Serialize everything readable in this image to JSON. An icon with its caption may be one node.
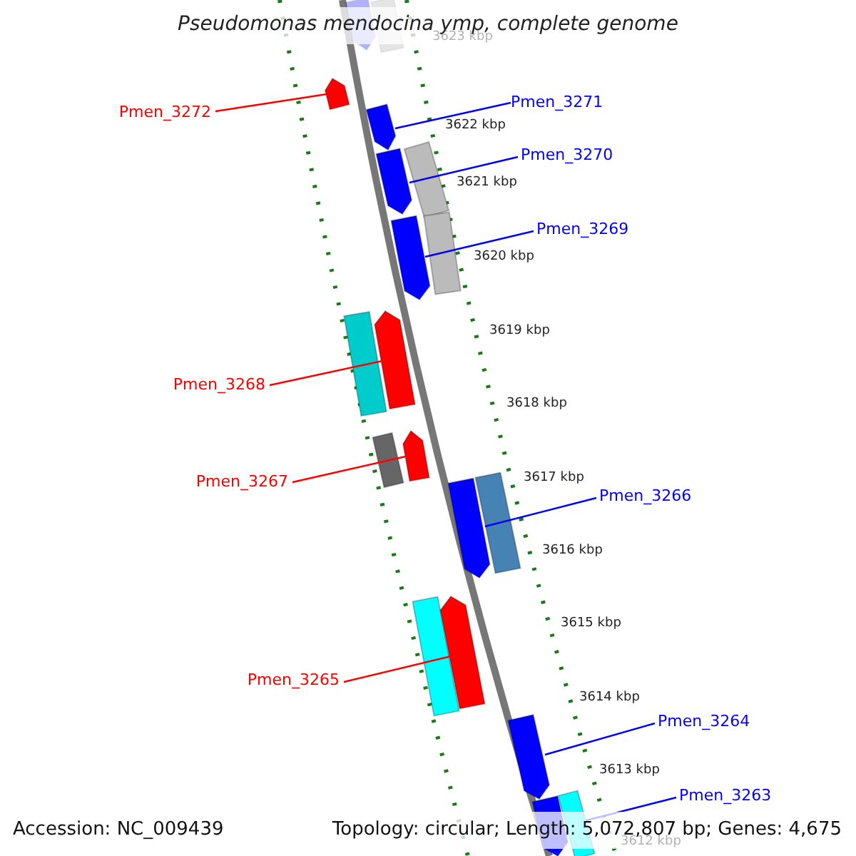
{
  "diagram": {
    "title": "Pseudomonas mendocina ymp, complete genome",
    "nodes": [
      {
        "text": [],
        "shape": "bar"
      },
      {
        "text": [],
        "shape": "bar"
      },
      {
        "text": [
          "Pmen_3272"
        ]
      },
      {
        "text": [],
        "shape": "bar"
      },
      {
        "text": [
          "Pmen_3271"
        ]
      },
      {
        "text": [],
        "shape": "bar"
      },
      {
        "text": [
          "Pmen_3270"
        ]
      },
      {
        "text": [],
        "shape": "bar"
      },
      {
        "text": [],
        "shape": "bar"
      },
      {
        "text": [
          "Pmen_3269"
        ]
      },
      {
        "text": [],
        "shape": "bar"
      },
      {
        "text": [],
        "shape": "bar"
      },
      {
        "text": [],
        "shape": "bar"
      },
      {
        "text": [
          "Pmen_3268"
        ]
      },
      {
        "text": [],
        "shape": "bar"
      },
      {
        "text": [],
        "shape": "bar"
      },
      {
        "text": [
          "Pmen_3267"
        ]
      },
      {
        "text": [],
        "shape": "bar"
      },
      {
        "text": [
          "Pmen_3266"
        ]
      },
      {
        "text": [],
        "shape": "bar"
      },
      {
        "text": [],
        "shape": "bar"
      },
      {
        "text": [],
        "shape": "bar"
      },
      {
        "text": [
          "Pmen_3265"
        ]
      },
      {
        "text": [],
        "shape": "bar"
      },
      {
        "text": [
          "Pmen_3264"
        ]
      },
      {
        "text": [],
        "shape": "bar"
      },
      {
        "text": [
          "Pmen_3263"
        ]
      },
      {
        "text": [],
        "shape": "bar"
      },
      {
        "text": [],
        "shape": "bar"
      }
    ],
    "edges": [
      {
        "from": 2,
        "to": 3,
        "arrow": "none",
        "color": "#ff0000"
      },
      {
        "from": 4,
        "to": 5,
        "arrow": "none",
        "color": "#0000ff"
      },
      {
        "from": 6,
        "to": 7,
        "arrow": "none",
        "color": "#0000ff"
      },
      {
        "from": 9,
        "to": 10,
        "arrow": "none",
        "color": "#0000ff"
      },
      {
        "from": 13,
        "to": 14,
        "arrow": "none",
        "color": "#ff0000"
      },
      {
        "from": 16,
        "to": 17,
        "arrow": "none",
        "color": "#ff0000"
      },
      {
        "from": 18,
        "to": 19,
        "arrow": "none",
        "color": "#0000ff"
      },
      {
        "from": 22,
        "to": 23,
        "arrow": "none",
        "color": "#ff0000"
      },
      {
        "from": 24,
        "to": 25,
        "arrow": "none",
        "color": "#0000ff"
      },
      {
        "from": 26,
        "to": 28,
        "arrow": "none",
        "color": "#0000ff"
      }
    ],
    "labels": [
      "3623 kbp",
      "3622 kbp",
      "3621 kbp",
      "3620 kbp",
      "3619 kbp",
      "3618 kbp",
      "3617 kbp",
      "3616 kbp",
      "3615 kbp",
      "3614 kbp",
      "3613 kbp",
      "3612 kbp",
      "Accession: NC_009439",
      "Topology: circular; Length: 5,072,807 bp; Genes: 4,675"
    ]
  }
}
